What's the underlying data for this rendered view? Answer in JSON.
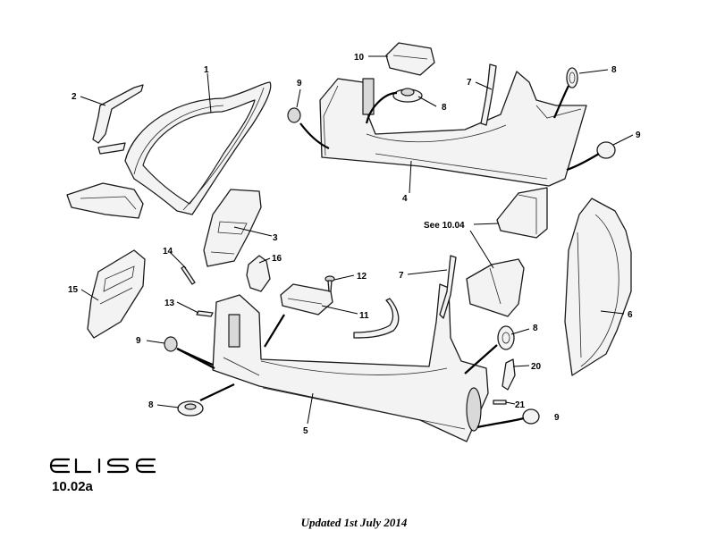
{
  "brand": {
    "logo_text": "ELISE"
  },
  "figure": {
    "reference": "10.02a"
  },
  "footer": {
    "updated": "Updated 1st July 2014"
  },
  "callouts": {
    "c1": "1",
    "c2": "2",
    "c3": "3",
    "c4": "4",
    "c5": "5",
    "c6": "6",
    "c7a": "7",
    "c7b": "7",
    "c8a": "8",
    "c8b": "8",
    "c8c": "8",
    "c8d": "8",
    "c9a": "9",
    "c9b": "9",
    "c9c": "9",
    "c9d": "9",
    "c10": "10",
    "c11": "11",
    "c12": "12",
    "c13": "13",
    "c14": "14",
    "c15": "15",
    "c16": "16",
    "c20": "20",
    "c21": "21",
    "see": "See 10.04"
  }
}
